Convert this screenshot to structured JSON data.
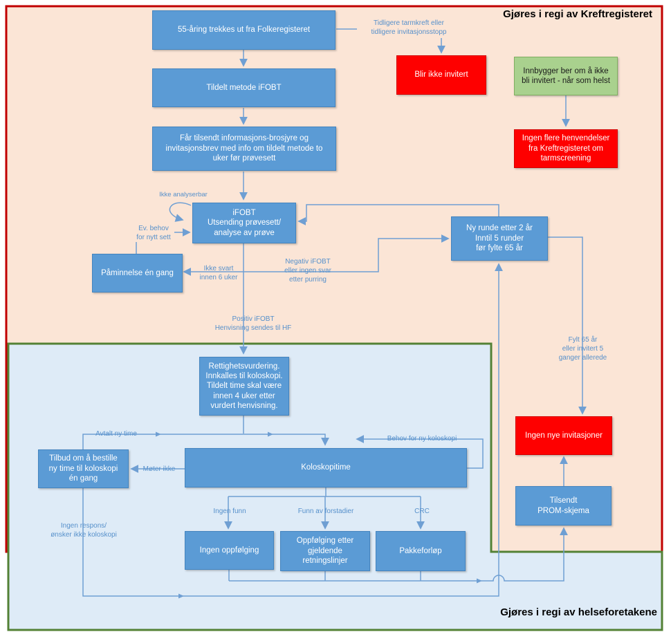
{
  "regions": {
    "kreftregisteret": {
      "title": "Gjøres i regi av Kreftregisteret",
      "border_color": "#c00000",
      "bg_color": "#fbe5d6"
    },
    "helseforetakene": {
      "title": "Gjøres i regi av helseforetakene",
      "border_color": "#538135",
      "bg_color": "#deebf7"
    }
  },
  "colors": {
    "process_box": "#5b9bd5",
    "stop_box": "#fe0000",
    "request_box": "#a9d18e",
    "connector": "#6f9fd3"
  },
  "boxes": {
    "b55": {
      "text": "55-åring trekkes ut fra Folkeregisteret"
    },
    "tildelt": {
      "text": "Tildelt metode iFOBT"
    },
    "brosjyre": {
      "text": "Får tilsendt informasjons-brosjyre og\ninvitasjonsbrev med info om tildelt metode to\nuker før prøvesett"
    },
    "ifobt": {
      "text": "iFOBT\nUtsending prøvesett/\nanalyse av prøve"
    },
    "paaminnelse": {
      "text": "Påminnelse én gang"
    },
    "blir_ikke_invitert": {
      "text": "Blir ikke invitert"
    },
    "innbygger": {
      "text": "Innbygger ber om å ikke\nbli invitert - når som helst"
    },
    "ingen_flere": {
      "text": "Ingen flere henvendelser\nfra Kreftregisteret om\ntarmscreening"
    },
    "ny_runde": {
      "text": "Ny runde etter 2 år\nInntil 5 runder\nfør fylte 65 år"
    },
    "rettighet": {
      "text": "Rettighetsvurdering.\nInnkalles til koloskopi.\nTildelt time skal være\ninnen 4 uker etter\nvurdert henvisning."
    },
    "tilbud": {
      "text": "Tilbud om å bestille\nny time til koloskopi\nén gang"
    },
    "koloskopitime": {
      "text": "Koloskopitime"
    },
    "ingen_oppfolging": {
      "text": "Ingen oppfølging"
    },
    "oppfolging_retningslinjer": {
      "text": "Oppfølging etter\ngjeldende\nretningslinjer"
    },
    "pakkeforlop": {
      "text": "Pakkeforløp"
    },
    "ingen_nye_invitasjoner": {
      "text": "Ingen nye invitasjoner"
    },
    "prom": {
      "text": "Tilsendt\nPROM-skjema"
    }
  },
  "labels": {
    "tidligere": "Tidligere tarmkreft eller\ntidligere invitasjonsstopp",
    "ikke_analyserbar": "Ikke analyserbar",
    "ev_behov": "Ev. behov\nfor nytt sett",
    "ikke_svart": "Ikke svart\ninnen 6 uker",
    "negativ": "Negativ iFOBT\neller ingen svar\netter purring",
    "positiv": "Positiv iFOBT\nHenvisning sendes til HF",
    "fylt65": "Fylt 65 år\neller invitert 5\nganger allerede",
    "avtalt_ny_time": "Avtalt ny time",
    "moter_ikke": "Møter ikke",
    "behov_ny_koloskopi": "Behov for ny koloskopi",
    "ingen_respons": "Ingen respons/\nønsker ikke koloskopi",
    "ingen_funn": "Ingen funn",
    "funn_forstadier": "Funn av forstadier",
    "crc": "CRC"
  }
}
